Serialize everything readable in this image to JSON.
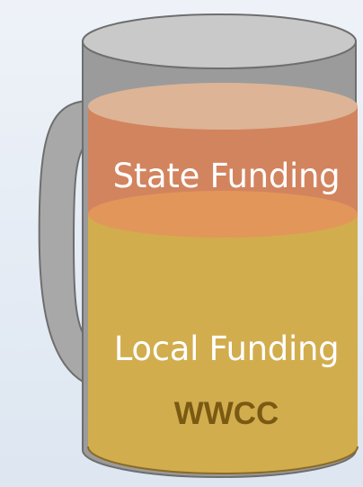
{
  "mug": {
    "layers": [
      {
        "label": "State Funding",
        "color": "#d2845f"
      },
      {
        "label": "Local Funding",
        "color": "#d2ad4e"
      }
    ],
    "organization": "WWCC"
  }
}
